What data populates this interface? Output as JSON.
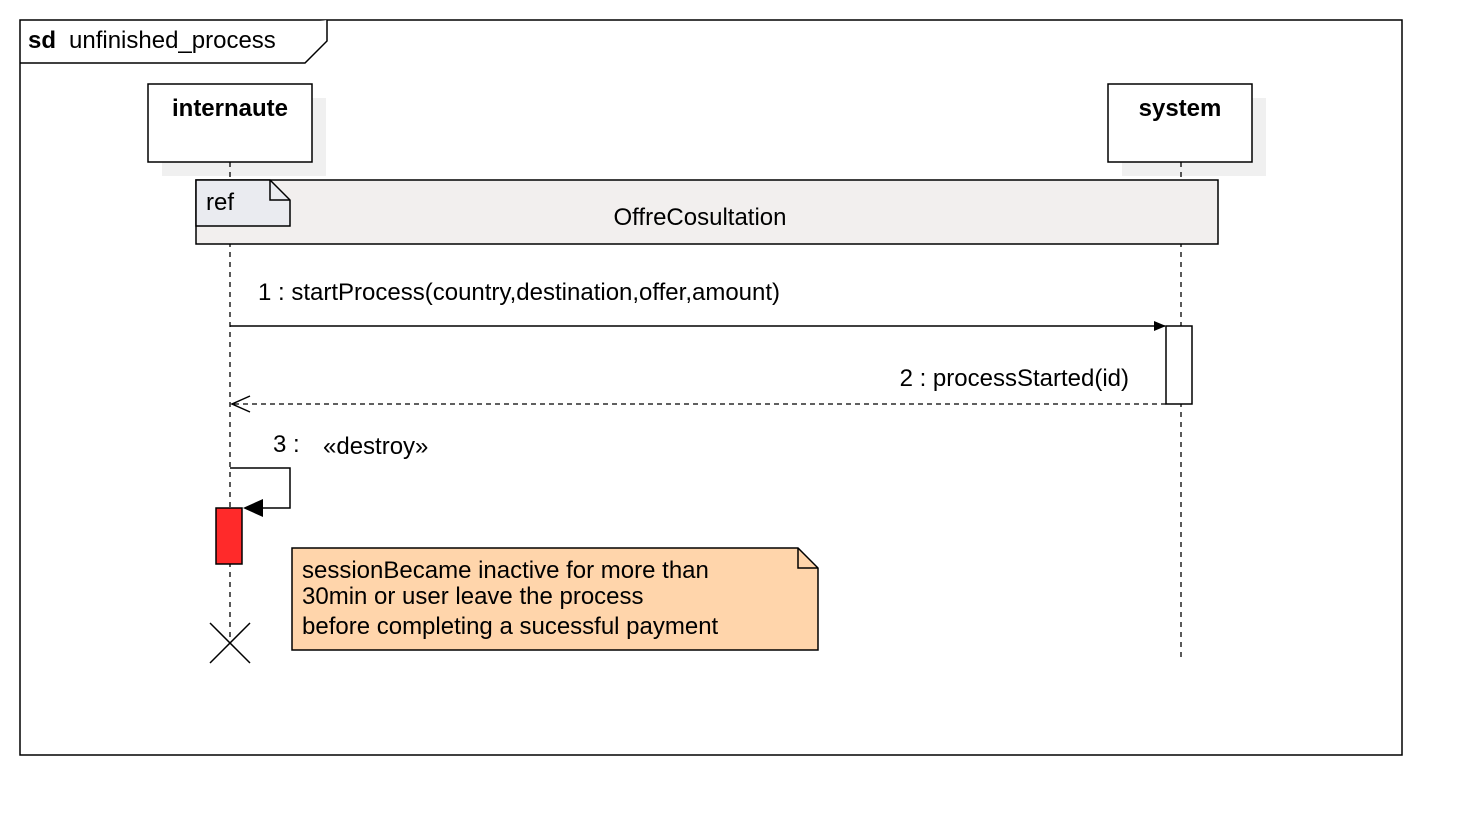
{
  "frame": {
    "keyword": "sd",
    "name": "unfinished_process"
  },
  "lifelines": [
    {
      "id": "internaute",
      "label": "internaute"
    },
    {
      "id": "system",
      "label": "system"
    }
  ],
  "ref_fragment": {
    "keyword": "ref",
    "label": "OffreCosultation"
  },
  "messages": [
    {
      "label": "1 : startProcess(country,destination,offer,amount)",
      "from": "internaute",
      "to": "system",
      "kind": "synchronous"
    },
    {
      "label": "2 : processStarted(id)",
      "from": "system",
      "to": "internaute",
      "kind": "reply"
    },
    {
      "number": "3 :",
      "label": "«destroy»",
      "from": "internaute",
      "to": "internaute",
      "kind": "self-destroy"
    }
  ],
  "note": {
    "lines": [
      "sessionBecame inactive for more than",
      "30min or user leave the process",
      "before completing a sucessful payment"
    ]
  },
  "colors": {
    "frame_stroke": "#000000",
    "ref_fill": "#f2efee",
    "ref_tab_fill": "#eaebf0",
    "shadow": "#f0f0f0",
    "destroy_activation": "#ff2a2a",
    "note_fill": "#ffd5ab"
  },
  "icons": {
    "destruction": "x-mark-icon"
  }
}
